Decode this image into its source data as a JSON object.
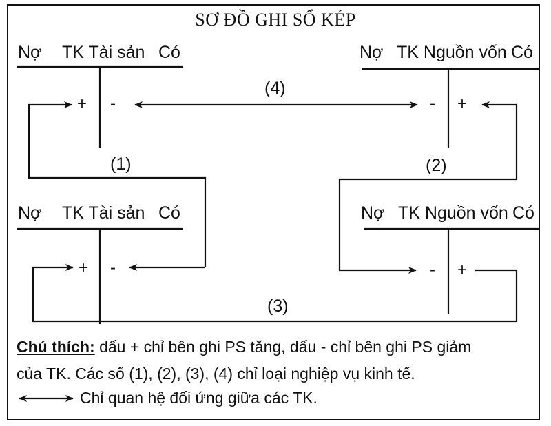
{
  "title": "SƠ ĐỒ GHI SỔ KÉP",
  "accounts": [
    {
      "debit": "Nợ",
      "name": "TK Tài sản",
      "credit": "Có",
      "left_sign": "+",
      "right_sign": "-"
    },
    {
      "debit": "Nợ",
      "name": "TK Nguồn vốn",
      "credit": "Có",
      "left_sign": "-",
      "right_sign": "+"
    },
    {
      "debit": "Nợ",
      "name": "TK Tài sản",
      "credit": "Có",
      "left_sign": "+",
      "right_sign": "-"
    },
    {
      "debit": "Nợ",
      "name": "TK Nguồn vốn",
      "credit": "Có",
      "left_sign": "-",
      "right_sign": "+"
    }
  ],
  "transactions": [
    "(1)",
    "(2)",
    "(3)",
    "(4)"
  ],
  "note": {
    "key": "Chú thích:",
    "line1": " dấu + chỉ bên ghi PS tăng, dấu - chỉ bên ghi PS giảm",
    "line2": "của TK. Các số (1), (2), (3), (4) chỉ loại nghiệp vụ kinh tế.",
    "line3": "Chỉ quan hệ đối ứng giữa các TK."
  }
}
